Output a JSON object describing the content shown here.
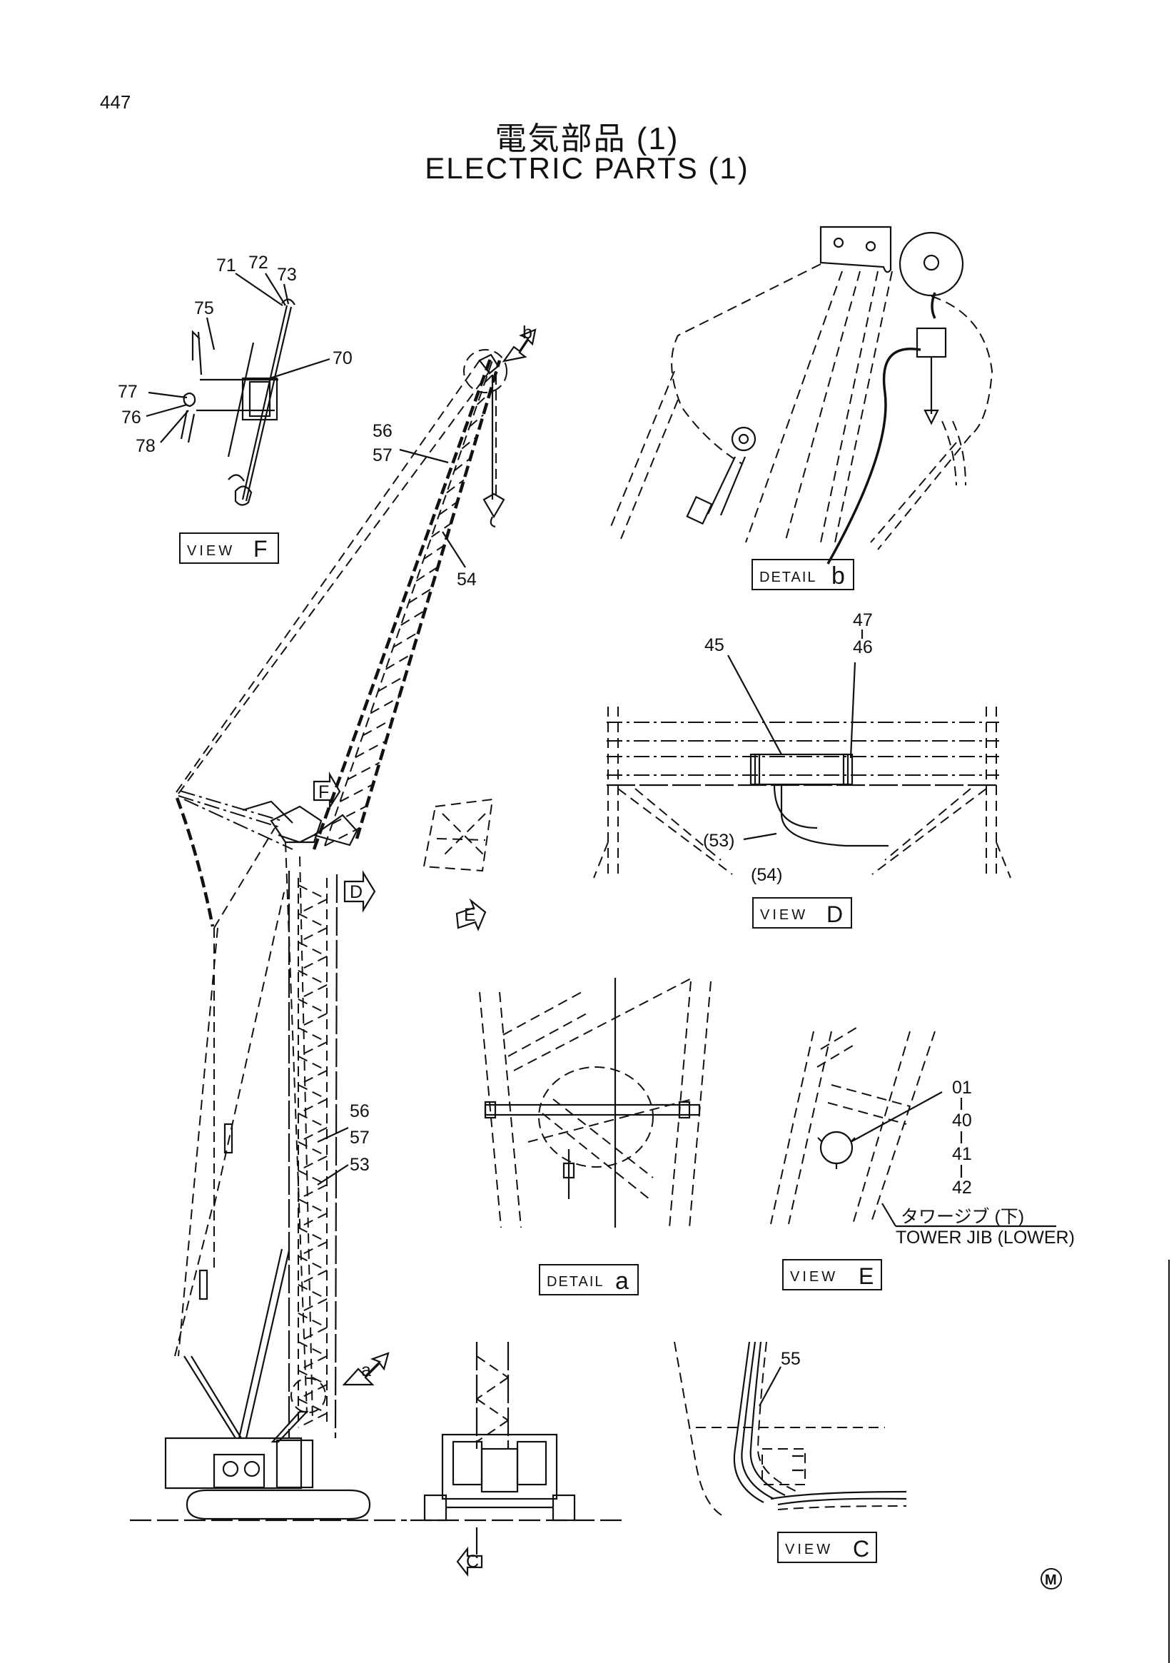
{
  "page_number": "447",
  "title_ja": "電気部品 (1)",
  "title_en": "ELECTRIC PARTS (1)",
  "views": {
    "view_f": {
      "prefix": "VIEW",
      "letter": "F"
    },
    "detail_b": {
      "prefix": "DETAIL",
      "letter": "b"
    },
    "view_d": {
      "prefix": "VIEW",
      "letter": "D"
    },
    "detail_a": {
      "prefix": "DETAIL",
      "letter": "a"
    },
    "view_e": {
      "prefix": "VIEW",
      "letter": "E"
    },
    "view_c": {
      "prefix": "VIEW",
      "letter": "C"
    }
  },
  "arrow_letters": {
    "a": "a",
    "b": "b",
    "c": "C",
    "d": "D",
    "e": "E",
    "f": "F"
  },
  "part_labels": {
    "p71": "71",
    "p72": "72",
    "p73": "73",
    "p75": "75",
    "p70": "70",
    "p77": "77",
    "p76": "76",
    "p78": "78",
    "p56a": "56",
    "p57a": "57",
    "p54": "54",
    "p45": "45",
    "p47": "47",
    "p46": "46",
    "p53p": "(53)",
    "p54p": "(54)",
    "p56b": "56",
    "p57b": "57",
    "p53": "53",
    "p01": "01",
    "p40": "40",
    "p41": "41",
    "p42": "42",
    "p55": "55"
  },
  "tower_jib_ja": "タワージブ (下)",
  "tower_jib_en": "TOWER JIB (LOWER)",
  "mark_m": "M"
}
